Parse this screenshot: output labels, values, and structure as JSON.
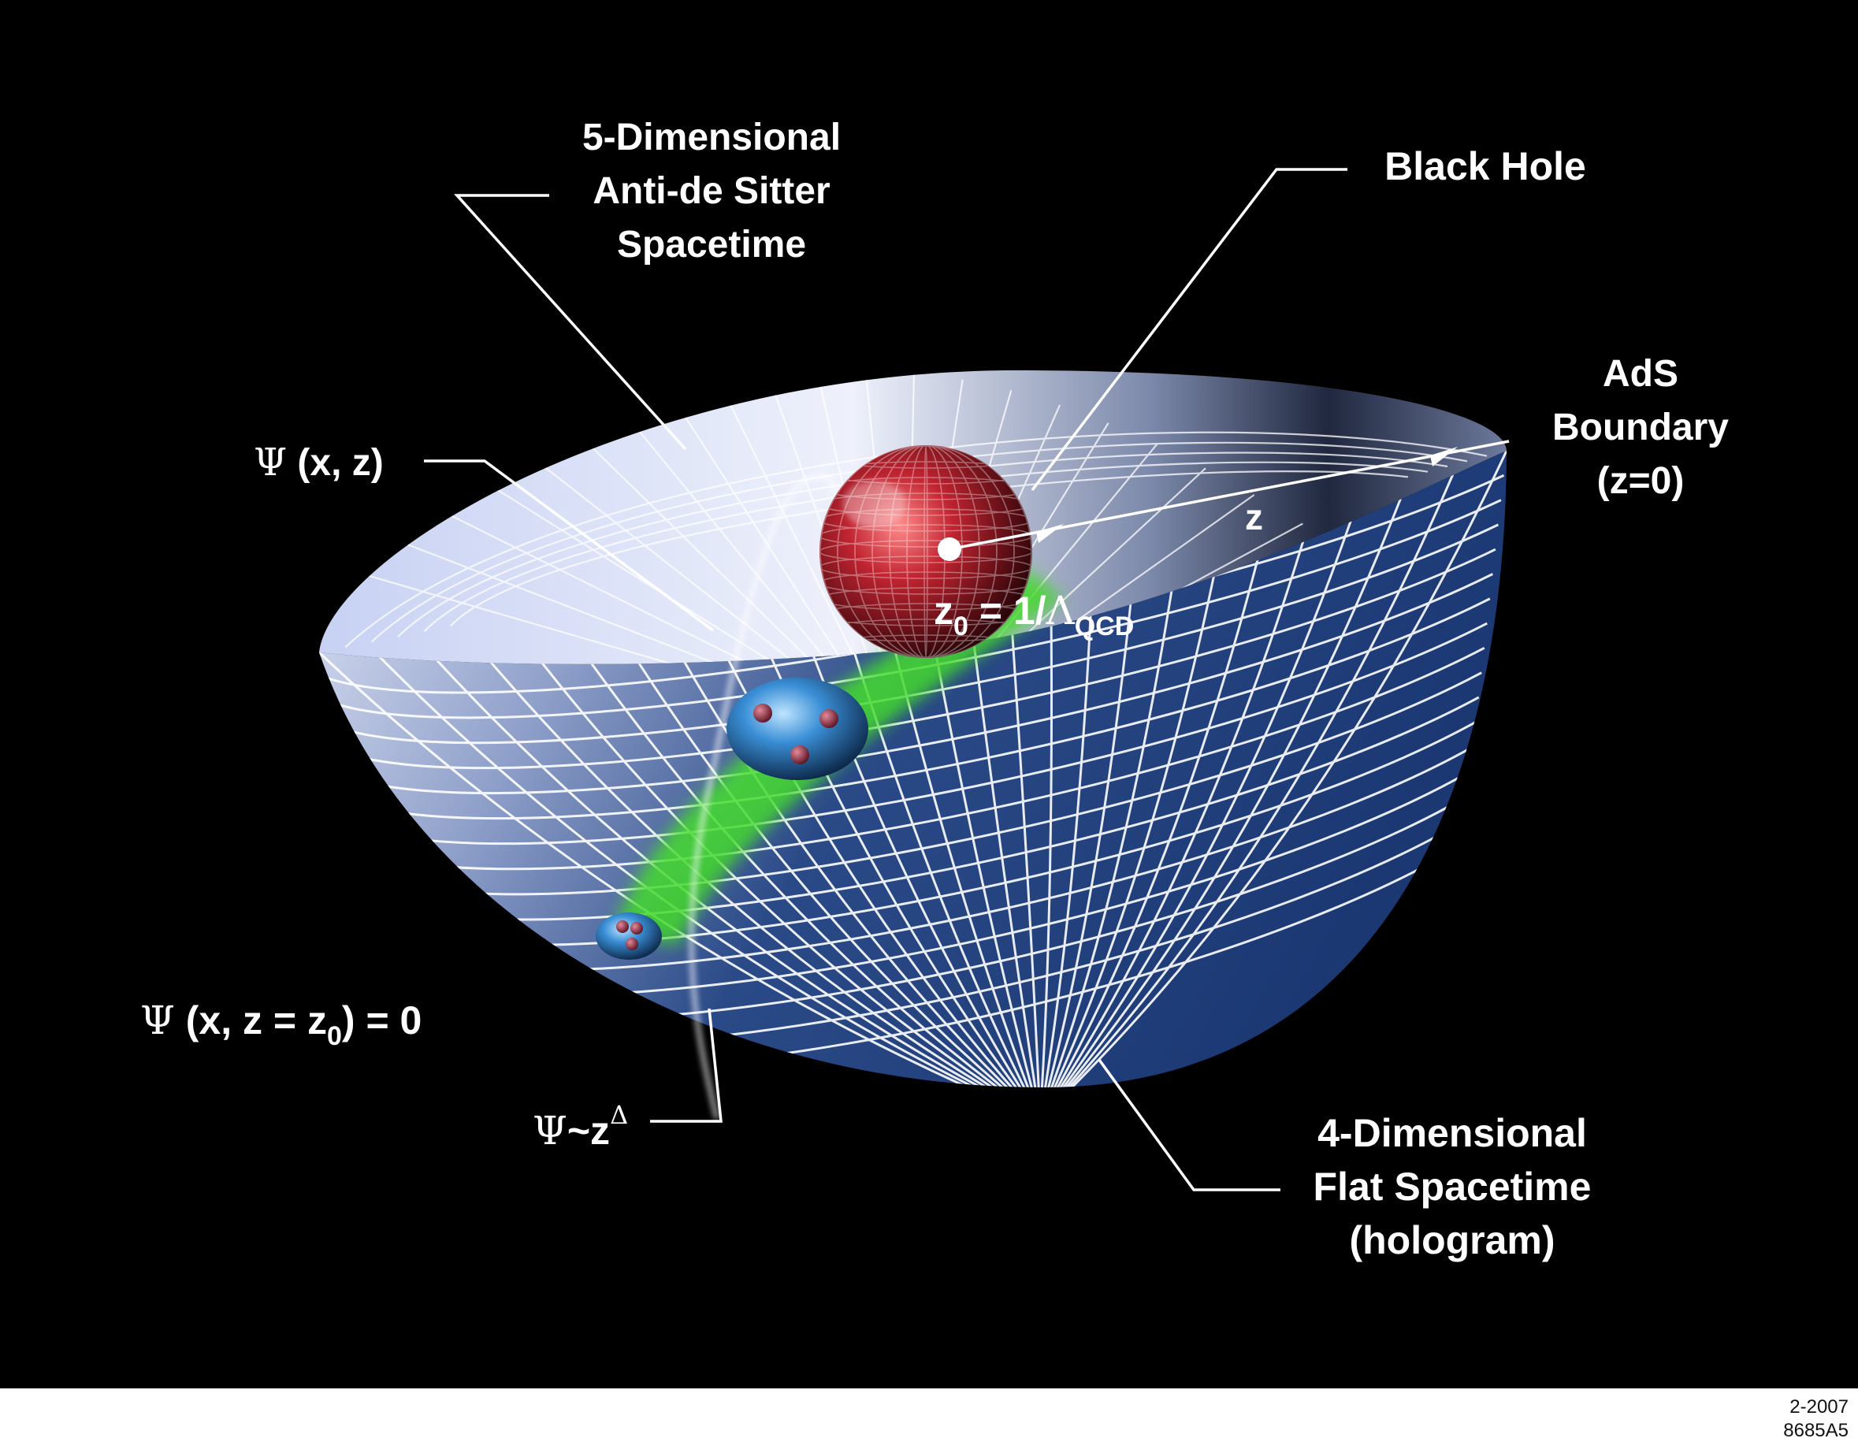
{
  "labels": {
    "ads_title": [
      "5-Dimensional",
      "Anti-de Sitter",
      "Spacetime"
    ],
    "black_hole": "Black Hole",
    "ads_boundary": [
      "AdS",
      "Boundary",
      "(z=0)"
    ],
    "psi_xz": {
      "symbol": "Ψ",
      "text": " (x, z)"
    },
    "z_axis": "z",
    "z0_eq": {
      "base": "z",
      "sub": "0",
      "mid": " = 1/",
      "lambda": "Λ",
      "lambda_sub": "QCD"
    },
    "psi_boundary": {
      "symbol": "Ψ",
      "pre": " (x, z = z",
      "sub": "0",
      "post": ") = 0"
    },
    "psi_power": {
      "symbol": "Ψ",
      "mid": "~z",
      "sup": "Δ"
    },
    "flat_title": [
      "4-Dimensional",
      "Flat Spacetime",
      "(hologram)"
    ]
  },
  "footer": {
    "date": "2-2007",
    "code": "8685A5"
  },
  "colors": {
    "background": "#000000",
    "bowl_blue": "#1c3a73",
    "rim_light": "#c9d3f2",
    "black_hole_red": "#b0202a",
    "wave_green": "#3fdc2e",
    "proton_blue": "#2f7ec8"
  }
}
